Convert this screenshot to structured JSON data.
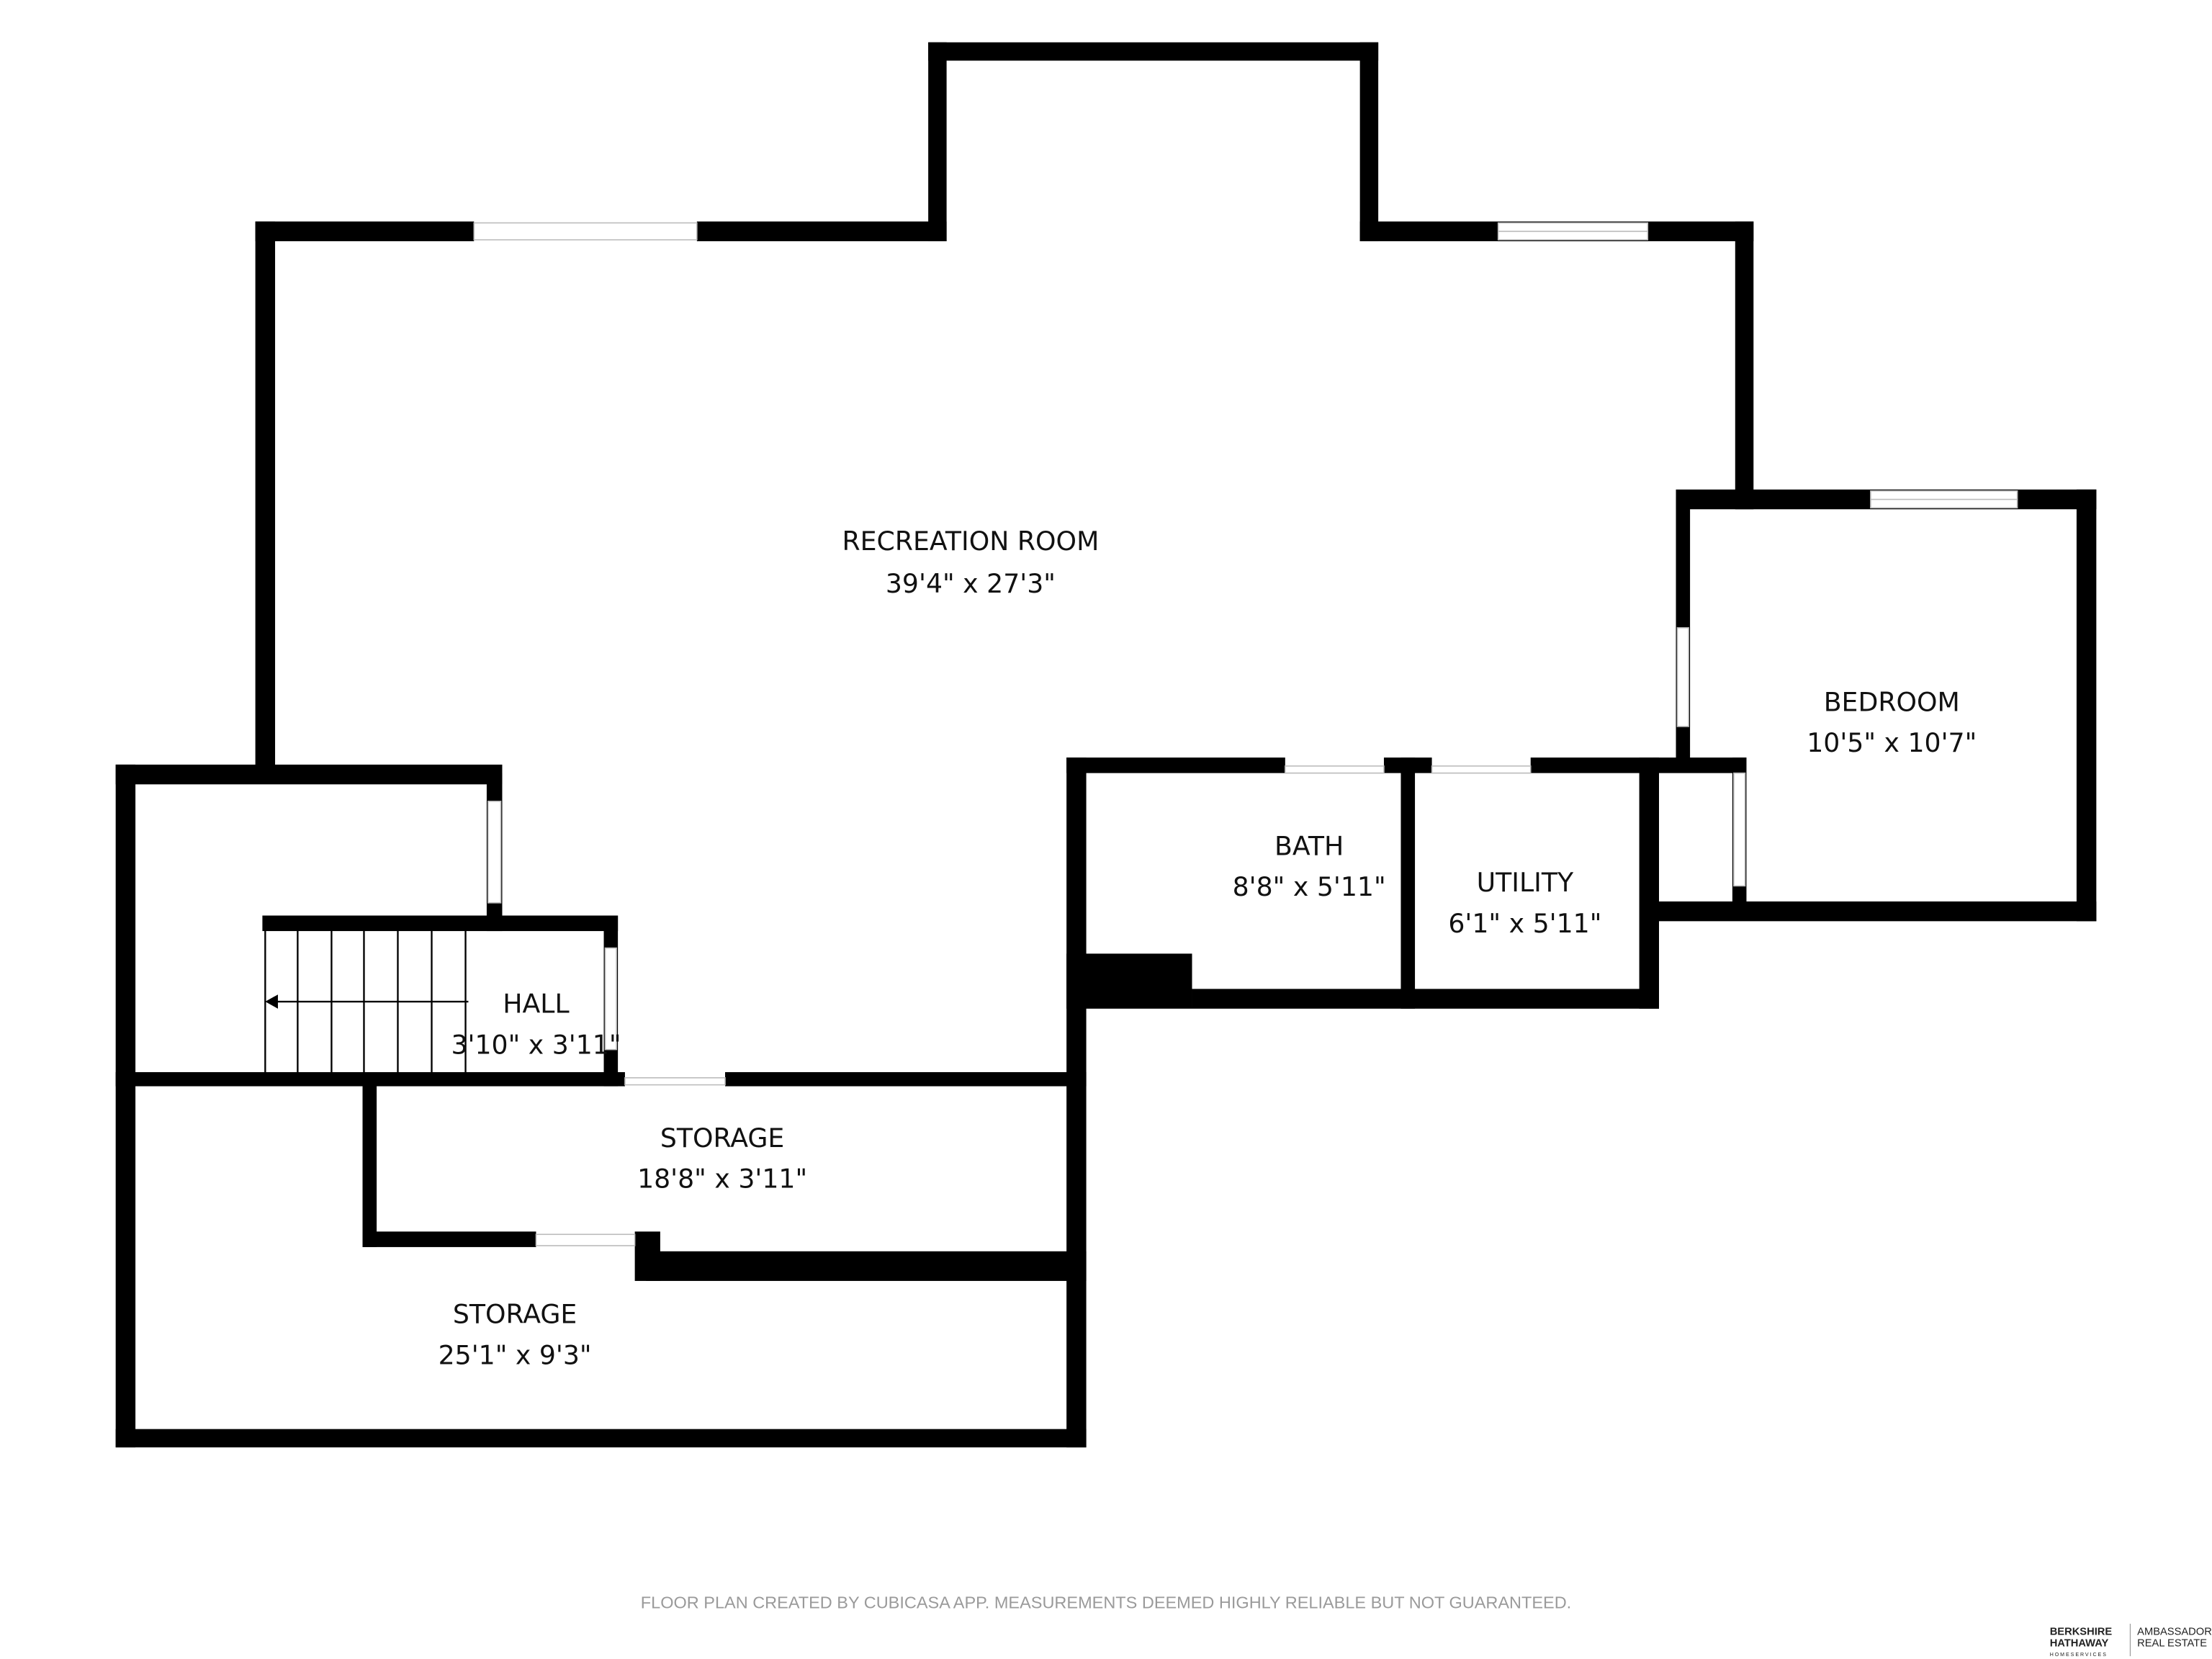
{
  "rooms": [
    {
      "name": "RECREATION ROOM",
      "size": "39'4\" x 27'3\""
    },
    {
      "name": "BEDROOM",
      "size": "10'5\" x 10'7\""
    },
    {
      "name": "BATH",
      "size": "8'8\" x 5'11\""
    },
    {
      "name": "UTILITY",
      "size": "6'1\" x 5'11\""
    },
    {
      "name": "HALL",
      "size": "3'10\" x 3'11\""
    },
    {
      "name": "STORAGE",
      "size": "18'8\" x 3'11\""
    },
    {
      "name": "STORAGE",
      "size": "25'1\" x 9'3\""
    }
  ],
  "footer": {
    "disclaimer": "FLOOR PLAN CREATED BY CUBICASA APP. MEASUREMENTS DEEMED HIGHLY RELIABLE BUT NOT GUARANTEED."
  },
  "logo": {
    "line1": "BERKSHIRE",
    "line2": "HATHAWAY",
    "line3": "HOMESERVICES",
    "right1": "AMBASSADOR",
    "right2": "REAL ESTATE"
  },
  "colors": {
    "wall": "#000000",
    "background": "#ffffff",
    "footer_text": "#9a9a9a"
  }
}
